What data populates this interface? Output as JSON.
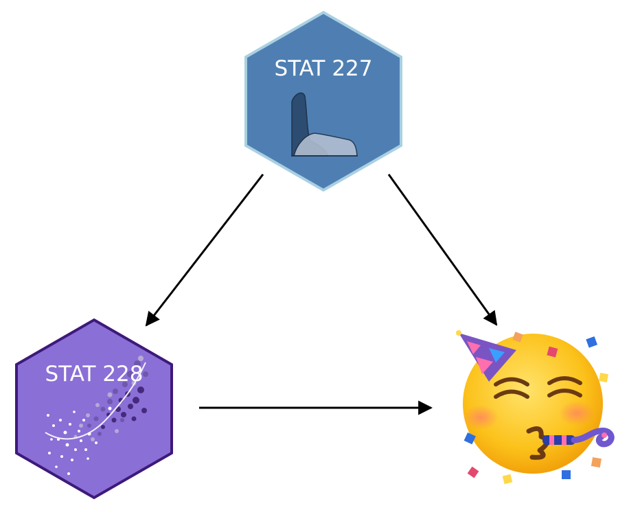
{
  "nodes": {
    "stat227": {
      "label": "STAT 227",
      "fill": "#4f7fb2",
      "border": "#a9d0e2"
    },
    "stat228": {
      "label": "STAT 228",
      "fill": "#8a6fd6",
      "border": "#3d1a7a"
    },
    "celebration": {
      "icon": "partying-face-icon"
    }
  },
  "edges": [
    {
      "from": "STAT 227",
      "to": "STAT 228"
    },
    {
      "from": "STAT 227",
      "to": "partying-face"
    },
    {
      "from": "STAT 228",
      "to": "partying-face"
    }
  ]
}
